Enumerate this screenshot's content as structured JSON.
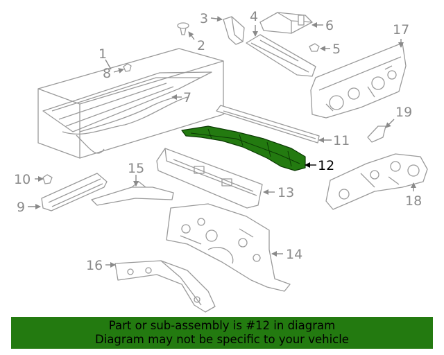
{
  "diagram": {
    "highlight_color": "#237a10",
    "label_color": "#8a8a8a",
    "highlight_label_color": "#000000",
    "highlighted_part": "12",
    "callouts": [
      {
        "id": "1",
        "label": "1"
      },
      {
        "id": "2",
        "label": "2"
      },
      {
        "id": "3",
        "label": "3"
      },
      {
        "id": "4",
        "label": "4"
      },
      {
        "id": "5",
        "label": "5"
      },
      {
        "id": "6",
        "label": "6"
      },
      {
        "id": "7",
        "label": "7"
      },
      {
        "id": "8",
        "label": "8"
      },
      {
        "id": "9",
        "label": "9"
      },
      {
        "id": "10",
        "label": "10"
      },
      {
        "id": "11",
        "label": "11"
      },
      {
        "id": "12",
        "label": "12"
      },
      {
        "id": "13",
        "label": "13"
      },
      {
        "id": "14",
        "label": "14"
      },
      {
        "id": "15",
        "label": "15"
      },
      {
        "id": "16",
        "label": "16"
      },
      {
        "id": "17",
        "label": "17"
      },
      {
        "id": "18",
        "label": "18"
      },
      {
        "id": "19",
        "label": "19"
      }
    ]
  },
  "banner": {
    "line1": "Part or sub-assembly is #12 in diagram",
    "line2": "Diagram may not be specific to your vehicle",
    "background": "#237a10"
  }
}
